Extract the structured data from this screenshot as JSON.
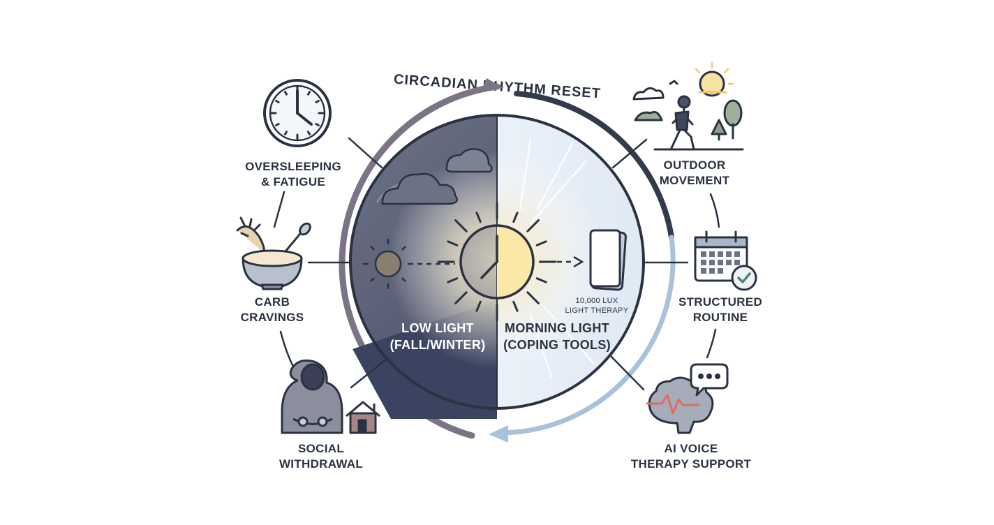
{
  "title": "CIRCADIAN RHYTHM RESET",
  "center": {
    "left_label": [
      "LOW LIGHT",
      "(FALL/WINTER)"
    ],
    "right_label": [
      "MORNING LIGHT",
      "(COPING TOOLS)"
    ],
    "lamp_label": [
      "10,000 LUX",
      "LIGHT THERAPY"
    ]
  },
  "left_items": [
    {
      "icon": "clock-icon",
      "label": [
        "OVERSLEEPING",
        "& FATIGUE"
      ]
    },
    {
      "icon": "bowl-icon",
      "label": [
        "CARB",
        "CRAVINGS"
      ]
    },
    {
      "icon": "hooded-person-icon",
      "label": [
        "SOCIAL",
        "WITHDRAWAL"
      ]
    }
  ],
  "right_items": [
    {
      "icon": "walking-person-icon",
      "label": [
        "OUTDOOR",
        "MOVEMENT"
      ]
    },
    {
      "icon": "calendar-check-icon",
      "label": [
        "STRUCTURED",
        "ROUTINE"
      ]
    },
    {
      "icon": "brain-chat-icon",
      "label": [
        "AI VOICE",
        "THERAPY SUPPORT"
      ]
    }
  ],
  "colors": {
    "ink": "#2a3242",
    "dark_half": "#4a5468",
    "light_half": "#e6eff8",
    "sun": "#f6d67a",
    "arrow_gray": "#7b7487",
    "arrow_blue": "#a9c2dc"
  }
}
